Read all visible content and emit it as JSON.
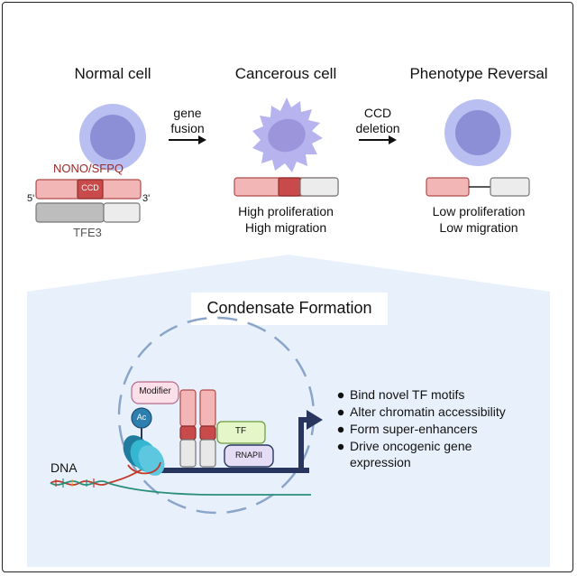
{
  "top": {
    "normal": {
      "title": "Normal cell",
      "nono_label": "NONO/SFPQ",
      "ccd_label": "CCD",
      "five_prime": "5'",
      "three_prime": "3'",
      "tfe3_label": "TFE3"
    },
    "arrow1": {
      "line1": "gene",
      "line2": "fusion"
    },
    "cancer": {
      "title": "Cancerous cell",
      "line1": "High proliferation",
      "line2": "High migration"
    },
    "arrow2": {
      "line1": "CCD",
      "line2": "deletion"
    },
    "reversal": {
      "title": "Phenotype Reversal",
      "line1": "Low proliferation",
      "line2": "Low migration"
    }
  },
  "condensate": {
    "title": "Condensate Formation",
    "modifier_label": "Modifier",
    "ac_label": "Ac",
    "tf_label": "TF",
    "rnapii_label": "RNAPII",
    "dna_label": "DNA",
    "bullets": [
      "Bind novel TF motifs",
      "Alter chromatin accessibility",
      "Form super-enhancers",
      "Drive oncogenic gene",
      "expression"
    ]
  },
  "colors": {
    "cell_outer": "#b9bff0",
    "cell_nucleus": "#8c8fd6",
    "cancer_cell": "#b7b3ee",
    "cancer_nucleus": "#9d95dc",
    "nono_fill": "#f2b6b6",
    "ccd_fill": "#c84a4a",
    "tfe3_fill": "#e6e6e6",
    "tfe3_dark": "#bdbdbd",
    "panel_bg": "#e8f1fb",
    "accent_dark": "#28365f",
    "text_red": "#9b2a2a",
    "modifier_fill": "#fbe0ea",
    "tf_fill": "#e5f7c9",
    "rnapii_fill": "#e4ddf5",
    "ac_fill": "#2d7fb0",
    "nucleosome_fill": "#35b6d1"
  }
}
